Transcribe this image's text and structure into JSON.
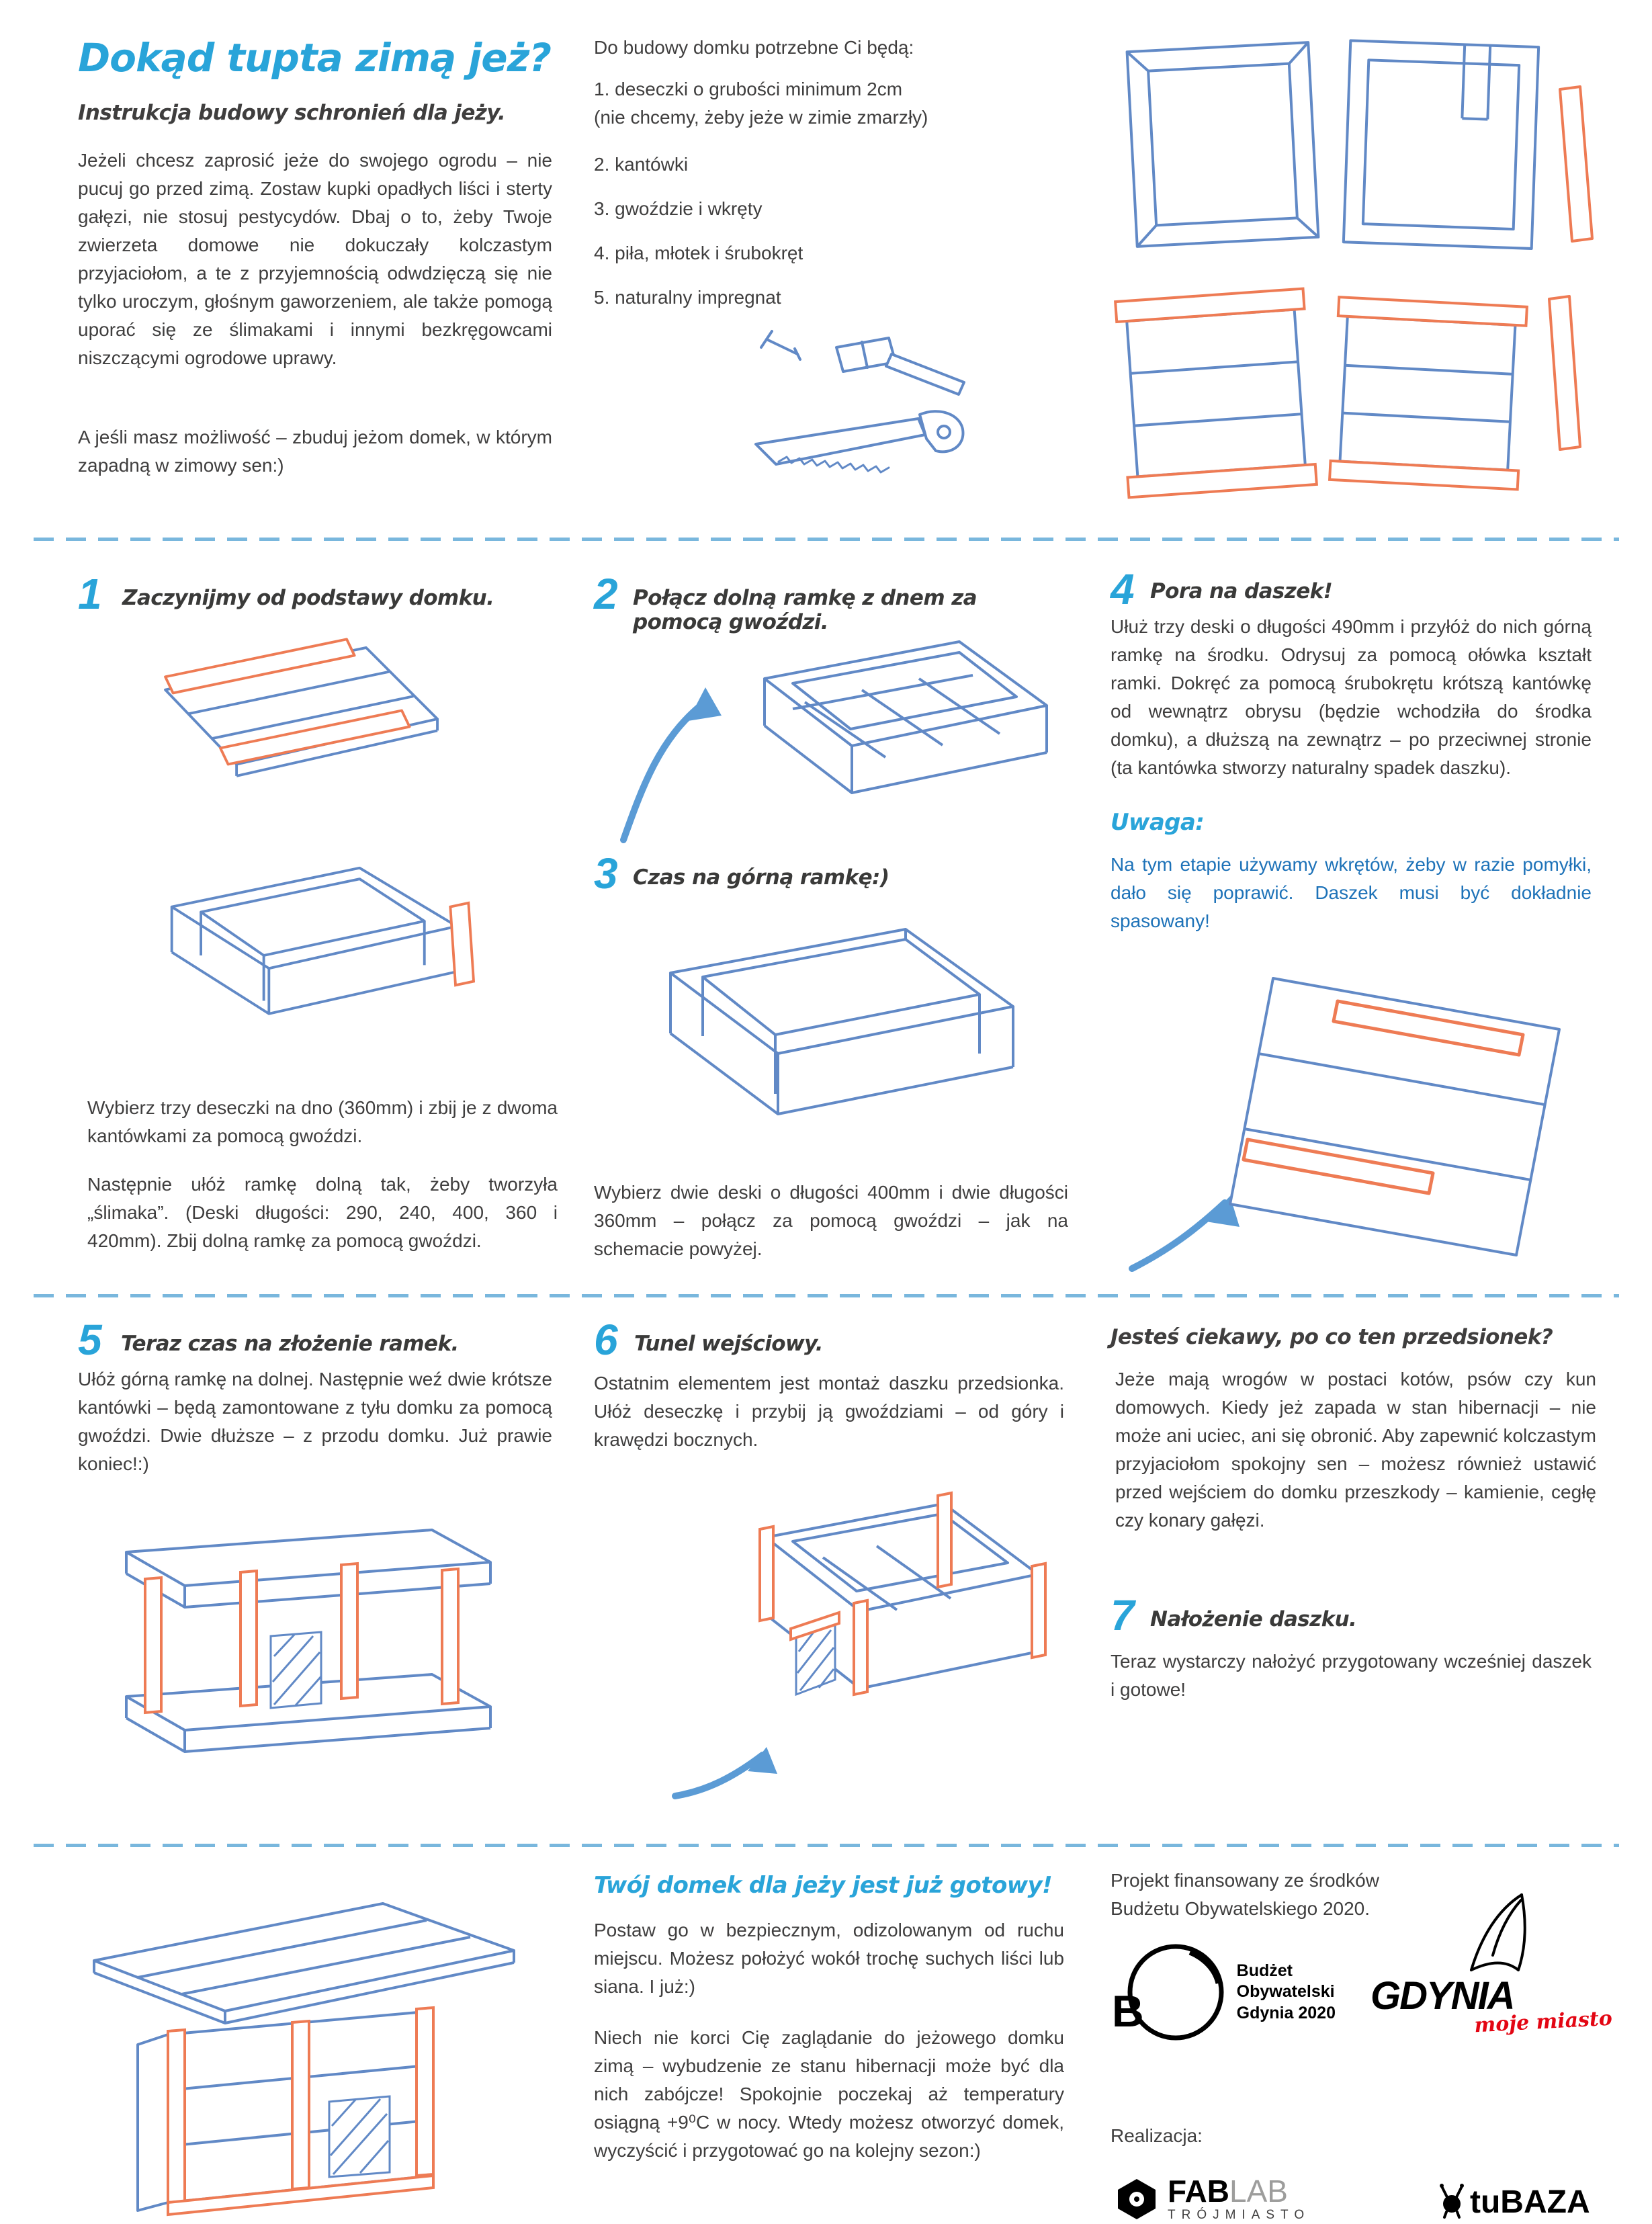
{
  "colors": {
    "accent_cyan": "#29a4d9",
    "note_blue": "#1d72b8",
    "sketch_blue": "#6189c6",
    "sketch_orange": "#ee7b54",
    "brand_red": "#e30613",
    "text": "#3f3e3e"
  },
  "header": {
    "title": "Dokąd tupta zimą jeż?",
    "subtitle": "Instrukcja budowy schronień dla jeży.",
    "paragraph1": "Jeżeli chcesz zaprosić jeże do swojego ogrodu – nie pucuj go przed zimą. Zostaw kupki opadłych liści i sterty gałęzi, nie stosuj pestycydów. Dbaj o to, żeby Twoje zwierzeta domowe nie dokuczały kolczastym przyjaciołom, a te z przyjemnością odwdzięczą się nie tylko uroczym, głośnym gaworzeniem, ale także pomogą uporać się ze ślimakami i innymi bezkręgowcami niszczącymi ogrodowe uprawy.",
    "paragraph2": "A jeśli masz możliwość – zbuduj jeżom domek, w którym zapadną w zimowy sen:)"
  },
  "materials": {
    "heading": "Do budowy domku potrzebne Ci będą:",
    "items": [
      "1. deseczki o grubości minimum 2cm\n(nie chcemy, żeby jeże w zimie zmarzły)",
      "2. kantówki",
      "3. gwoździe i wkręty",
      "4. piła, młotek i śrubokręt",
      "5. naturalny impregnat"
    ]
  },
  "steps": {
    "step1": {
      "num": "1",
      "title": "Zaczynijmy od podstawy domku.",
      "text1": "Wybierz trzy deseczki na dno (360mm)  i zbij je z dwoma kantówkami za pomocą gwoździ.",
      "text2": "Następnie ułóż ramkę dolną tak, żeby tworzyła „ślimaka”. (Deski długości: 290, 240, 400, 360 i 420mm). Zbij dolną ramkę za pomocą gwoździ."
    },
    "step2": {
      "num": "2",
      "title": "Połącz dolną ramkę z dnem za pomocą gwoździ."
    },
    "step3": {
      "num": "3",
      "title": "Czas na górną ramkę:)",
      "text": "Wybierz dwie deski o długości 400mm i dwie długości 360mm – połącz za pomocą gwoździ – jak na schemacie powyżej."
    },
    "step4": {
      "num": "4",
      "title": "Pora na daszek!",
      "text": "Ułuż trzy deski  o długości 490mm  i przyłóż do nich górną ramkę na środku. Odrysuj za pomocą ołówka kształt ramki. Dokręć za pomocą śrubokrętu krótszą kantówkę od wewnątrz obrysu (będzie wchodziła do środka domku),  a dłuższą na zewnątrz – po przeciwnej stronie (ta kantówka stworzy naturalny spadek daszku).",
      "note_label": "Uwaga:",
      "note": "Na tym etapie używamy wkrętów, żeby  w razie pomyłki, dało się poprawić. Daszek musi być dokładnie spasowany!"
    },
    "step5": {
      "num": "5",
      "title": "Teraz czas na złożenie ramek.",
      "text": "Ułóż górną ramkę na dolnej. Następnie weź dwie krótsze kantówki – będą zamontowane z tyłu domku za pomocą gwoździ. Dwie dłuższe – z przodu domku. Już prawie koniec!:)"
    },
    "step6": {
      "num": "6",
      "title": "Tunel wejściowy.",
      "text": "Ostatnim elementem jest montaż daszku przedsionka. Ułóż deseczkę i przybij ją gwoździami – od góry i krawędzi bocznych."
    },
    "step7": {
      "num": "7",
      "title": "Nałożenie daszku.",
      "text": "Teraz wystarczy nałożyć przygotowany wcześniej daszek i gotowe!"
    }
  },
  "sidebar_q": {
    "title": "Jesteś ciekawy, po co ten przedsionek?",
    "text": "Jeże mają wrogów  w postaci kotów, psów czy kun domowych. Kiedy jeż zapada  w stan hibernacji – nie może ani uciec, ani się obronić. Aby zapewnić kolczastym przyjaciołom spokojny sen – możesz również ustawić przed wejściem do domku przeszkody – kamienie, cegłę czy konary gałęzi."
  },
  "finale": {
    "title": "Twój domek dla jeży jest już gotowy!",
    "text1": "Postaw go  w bezpiecznym, odizolowanym od ruchu miejscu. Możesz położyć wokół trochę suchych liści lub siana.  I już:)",
    "text2": "Niech nie korci Cię zaglądanie do jeżowego domku zimą – wybudzenie ze stanu hibernacji może być dla nich zabójcze! Spokojnie poczekaj aż temperatury osiągną +9⁰C  w nocy. Wtedy możesz otworzyć domek, wyczyścić  i przygotować go na kolejny sezon:)"
  },
  "footer": {
    "funding": "Projekt finansowany ze środków\nBudżetu Obywatelskiego 2020.",
    "realizacja_label": "Realizacja:",
    "logos": {
      "budzet": {
        "letter": "B",
        "text": "Budżet\nObywatelski\nGdynia 2020"
      },
      "gdynia": {
        "name": "GDYNIA",
        "tagline": "moje miasto"
      },
      "fablab": {
        "fab": "FAB",
        "lab": "LAB",
        "sub": "TRÓJMIASTO"
      },
      "tubaza": {
        "name": "tuBAZA"
      }
    }
  }
}
